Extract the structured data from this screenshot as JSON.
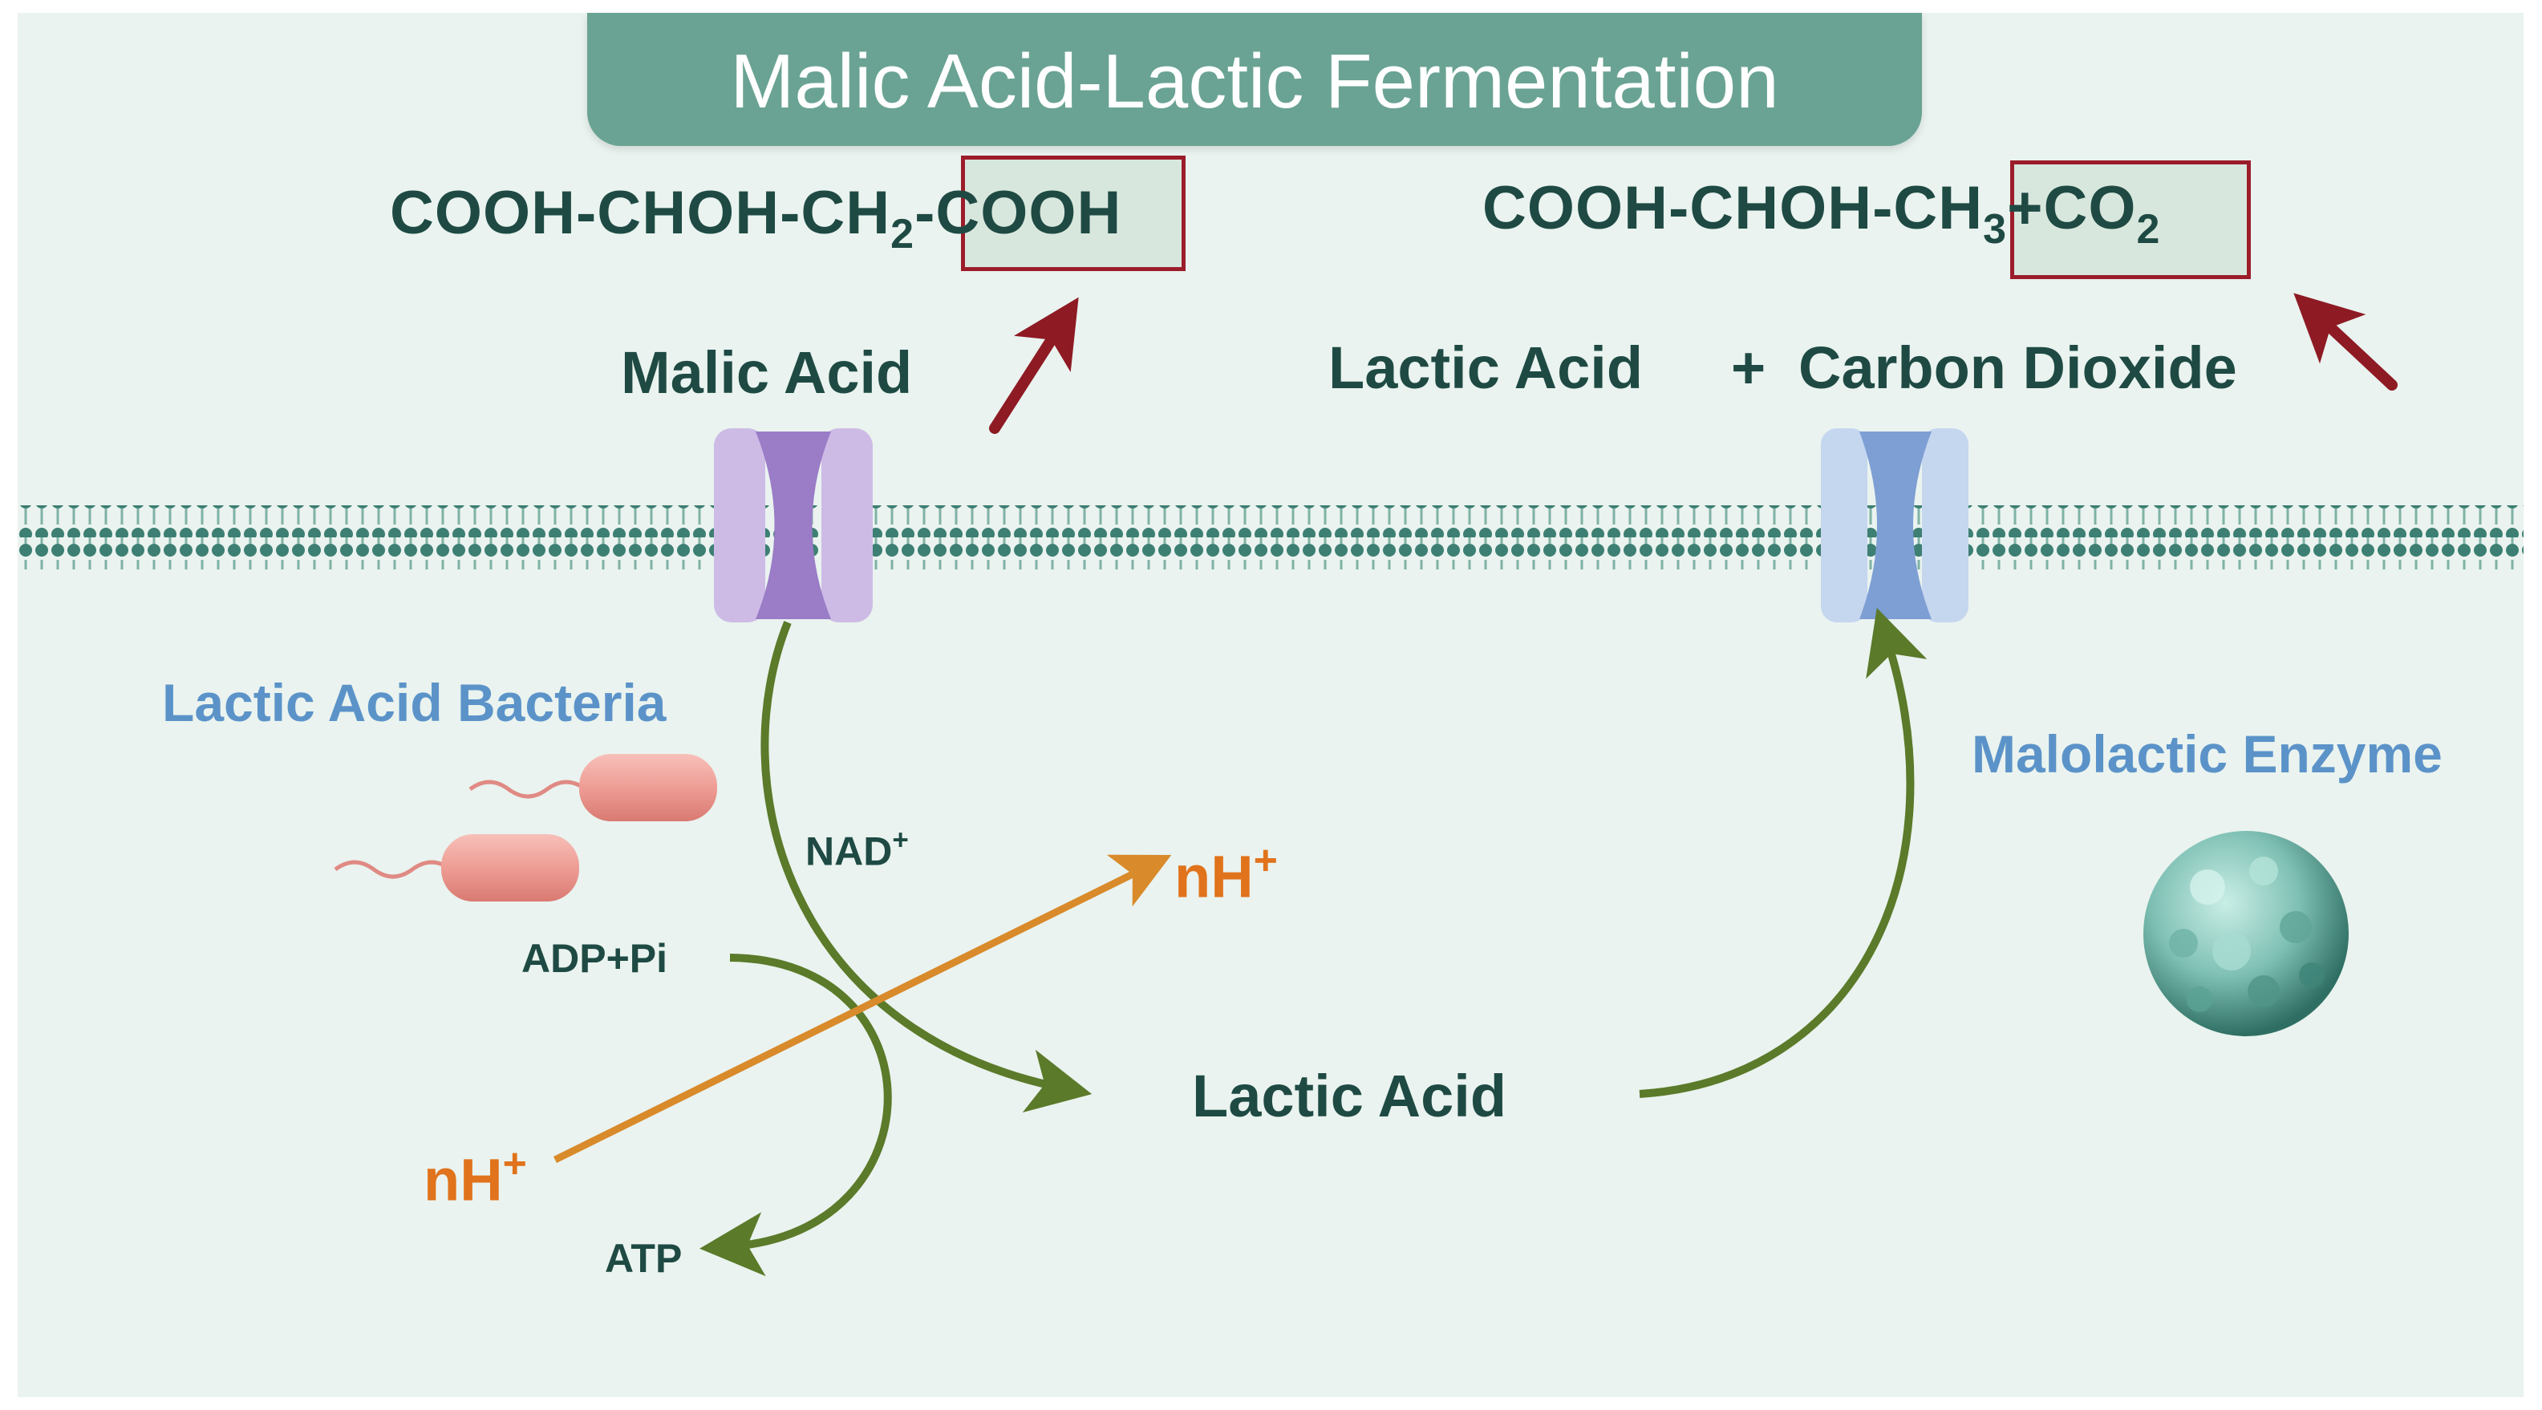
{
  "title": "Malic Acid-Lactic Fermentation",
  "formula_left": {
    "part1": "COOH-CHOH-CH",
    "sub": "2",
    "part2": "-COOH"
  },
  "formula_right": {
    "part1": "COOH-CHOH-CH",
    "sub1": "3",
    "part2": "+CO",
    "sub2": "2"
  },
  "labels": {
    "malic_acid": "Malic Acid",
    "lactic_acid_top": "Lactic Acid",
    "plus": "+",
    "carbon_dioxide": "Carbon Dioxide",
    "lactic_acid_bacteria": "Lactic Acid Bacteria",
    "malolactic_enzyme": "Malolactic Enzyme",
    "nad": "NAD",
    "nad_sup": "+",
    "adp_pi": "ADP+Pi",
    "atp": "ATP",
    "nh_right": "nH",
    "nh_right_sup": "+",
    "nh_left": "nH",
    "nh_left_sup": "+",
    "lactic_acid_bottom": "Lactic Acid"
  },
  "colors": {
    "background": "#eaf3ef",
    "title_bar": "#6aa393",
    "text_dark": "#1f4a44",
    "text_blue": "#5b93c9",
    "text_orange": "#e0731c",
    "highlight_box": "#9b1c2a",
    "pathway_arrow": "#5b7a2a",
    "proton_arrow": "#d98a2b",
    "membrane": "#3d7f73",
    "channel_left": "#b8a2d6",
    "channel_right": "#9db8e0",
    "bacteria": "#f0a09b",
    "enzyme": "#8fc7bf"
  },
  "icons": [
    "membrane-bilayer",
    "malic-acid-channel",
    "lactate-co2-channel",
    "bacterium-icon",
    "enzyme-sphere-icon",
    "red-arrow-icon"
  ]
}
